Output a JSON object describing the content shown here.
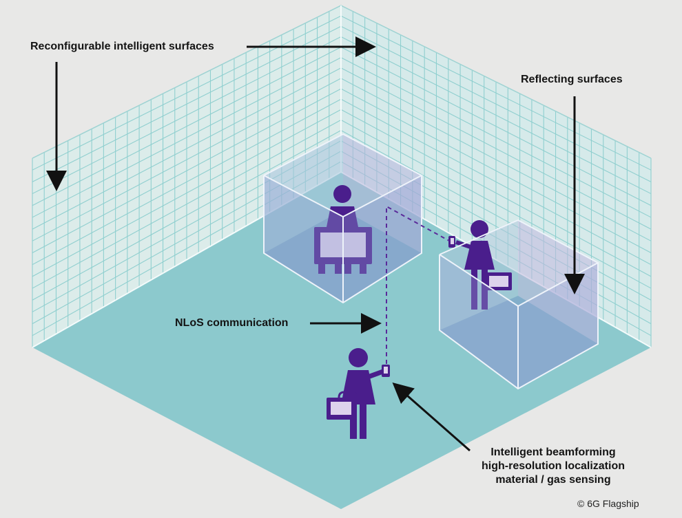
{
  "annotations": {
    "ris": "Reconfigurable intelligent surfaces",
    "reflecting": "Reflecting surfaces",
    "nlos": "NLoS communication",
    "beamforming_lines": [
      "Intelligent beamforming",
      "high-resolution localization",
      "material / gas sensing"
    ]
  },
  "copyright": "© 6G Flagship",
  "colors": {
    "background": "#e8e8e7",
    "floor": "#8cc9cd",
    "wall": "#dcecea",
    "grid": "#8fcfcf",
    "box_glass": "#9da6d4",
    "person": "#4a1e8c",
    "arrow": "#111111",
    "signal_path": "#5a2a9a"
  },
  "icons": [
    "person-with-screen-icon",
    "person-with-phone-icon",
    "person-with-briefcase-icon"
  ]
}
